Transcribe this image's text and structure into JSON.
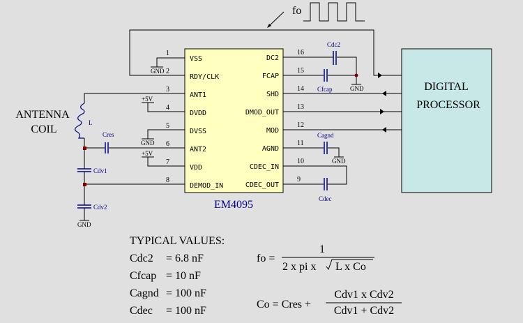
{
  "diagram": {
    "chip": {
      "name": "EM4095",
      "fill": "#ffffc0",
      "left_pins": [
        {
          "num": "1",
          "label": "VSS"
        },
        {
          "num": "2",
          "label": "RDY/CLK"
        },
        {
          "num": "3",
          "label": "ANT1"
        },
        {
          "num": "4",
          "label": "DVDD"
        },
        {
          "num": "5",
          "label": "DVSS"
        },
        {
          "num": "6",
          "label": "ANT2"
        },
        {
          "num": "7",
          "label": "VDD"
        },
        {
          "num": "8",
          "label": "DEMOD_IN"
        }
      ],
      "right_pins": [
        {
          "num": "16",
          "label": "DC2"
        },
        {
          "num": "15",
          "label": "FCAP"
        },
        {
          "num": "14",
          "label": "SHD"
        },
        {
          "num": "13",
          "label": "DMOD_OUT"
        },
        {
          "num": "12",
          "label": "MOD"
        },
        {
          "num": "11",
          "label": "AGND"
        },
        {
          "num": "10",
          "label": "CDEC_IN"
        },
        {
          "num": "9",
          "label": "CDEC_OUT"
        }
      ]
    },
    "processor": {
      "line1": "DIGITAL",
      "line2": "PROCESSOR",
      "fill": "#c8e8e8"
    },
    "antenna": {
      "line1": "ANTENNA",
      "line2": "COIL",
      "inductor_label": "L"
    },
    "capacitors": {
      "cres": "Cres",
      "cdv1": "Cdv1",
      "cdv2": "Cdv2",
      "cdc2": "Cdc2",
      "cfcap": "Cfcap",
      "cagnd": "Cagnd",
      "cdec": "Cdec"
    },
    "power": {
      "gnd": "GND",
      "vcc": "+5V"
    },
    "signal_label": "fo",
    "component_color": "#000080",
    "node_color": "#800000"
  },
  "typical_values": {
    "title": "TYPICAL VALUES:",
    "rows": [
      {
        "name": "Cdc2",
        "value": "= 6.8 nF"
      },
      {
        "name": "Cfcap",
        "value": "= 10 nF"
      },
      {
        "name": "Cagnd",
        "value": "= 100 nF"
      },
      {
        "name": "Cdec",
        "value": "= 100 nF"
      }
    ]
  },
  "formulas": {
    "fo": {
      "lhs": "fo =",
      "numerator": "1",
      "denominator_prefix": "2 x pi x",
      "radicand": "L x Co"
    },
    "co": {
      "lhs": "Co = Cres +",
      "numerator": "Cdv1 x Cdv2",
      "denominator": "Cdv1 + Cdv2"
    }
  }
}
